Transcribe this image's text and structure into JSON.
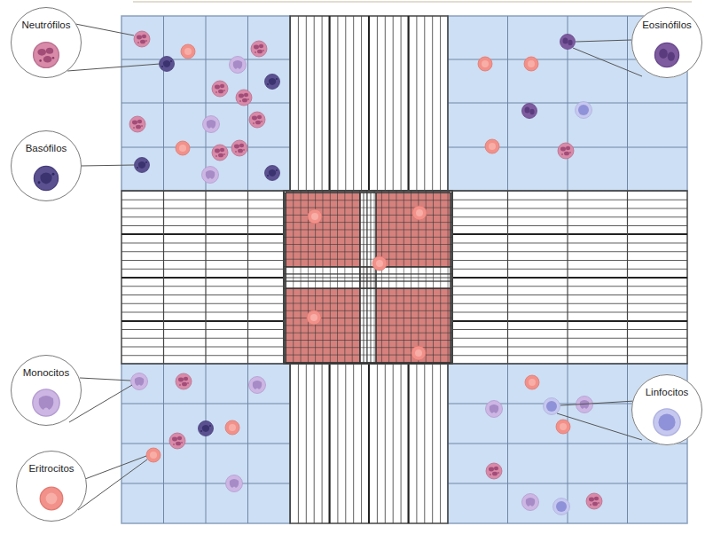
{
  "diagram": {
    "nodes": [
      {
        "text": [
          "Neutrófilos"
        ]
      },
      {
        "text": [
          "Eosinófilos"
        ]
      },
      {
        "text": [
          "Basófilos"
        ]
      },
      {
        "text": [
          "Monocitos"
        ]
      },
      {
        "text": [
          "Linfocitos"
        ]
      },
      {
        "text": [
          "Eritrocitos"
        ]
      }
    ]
  }
}
